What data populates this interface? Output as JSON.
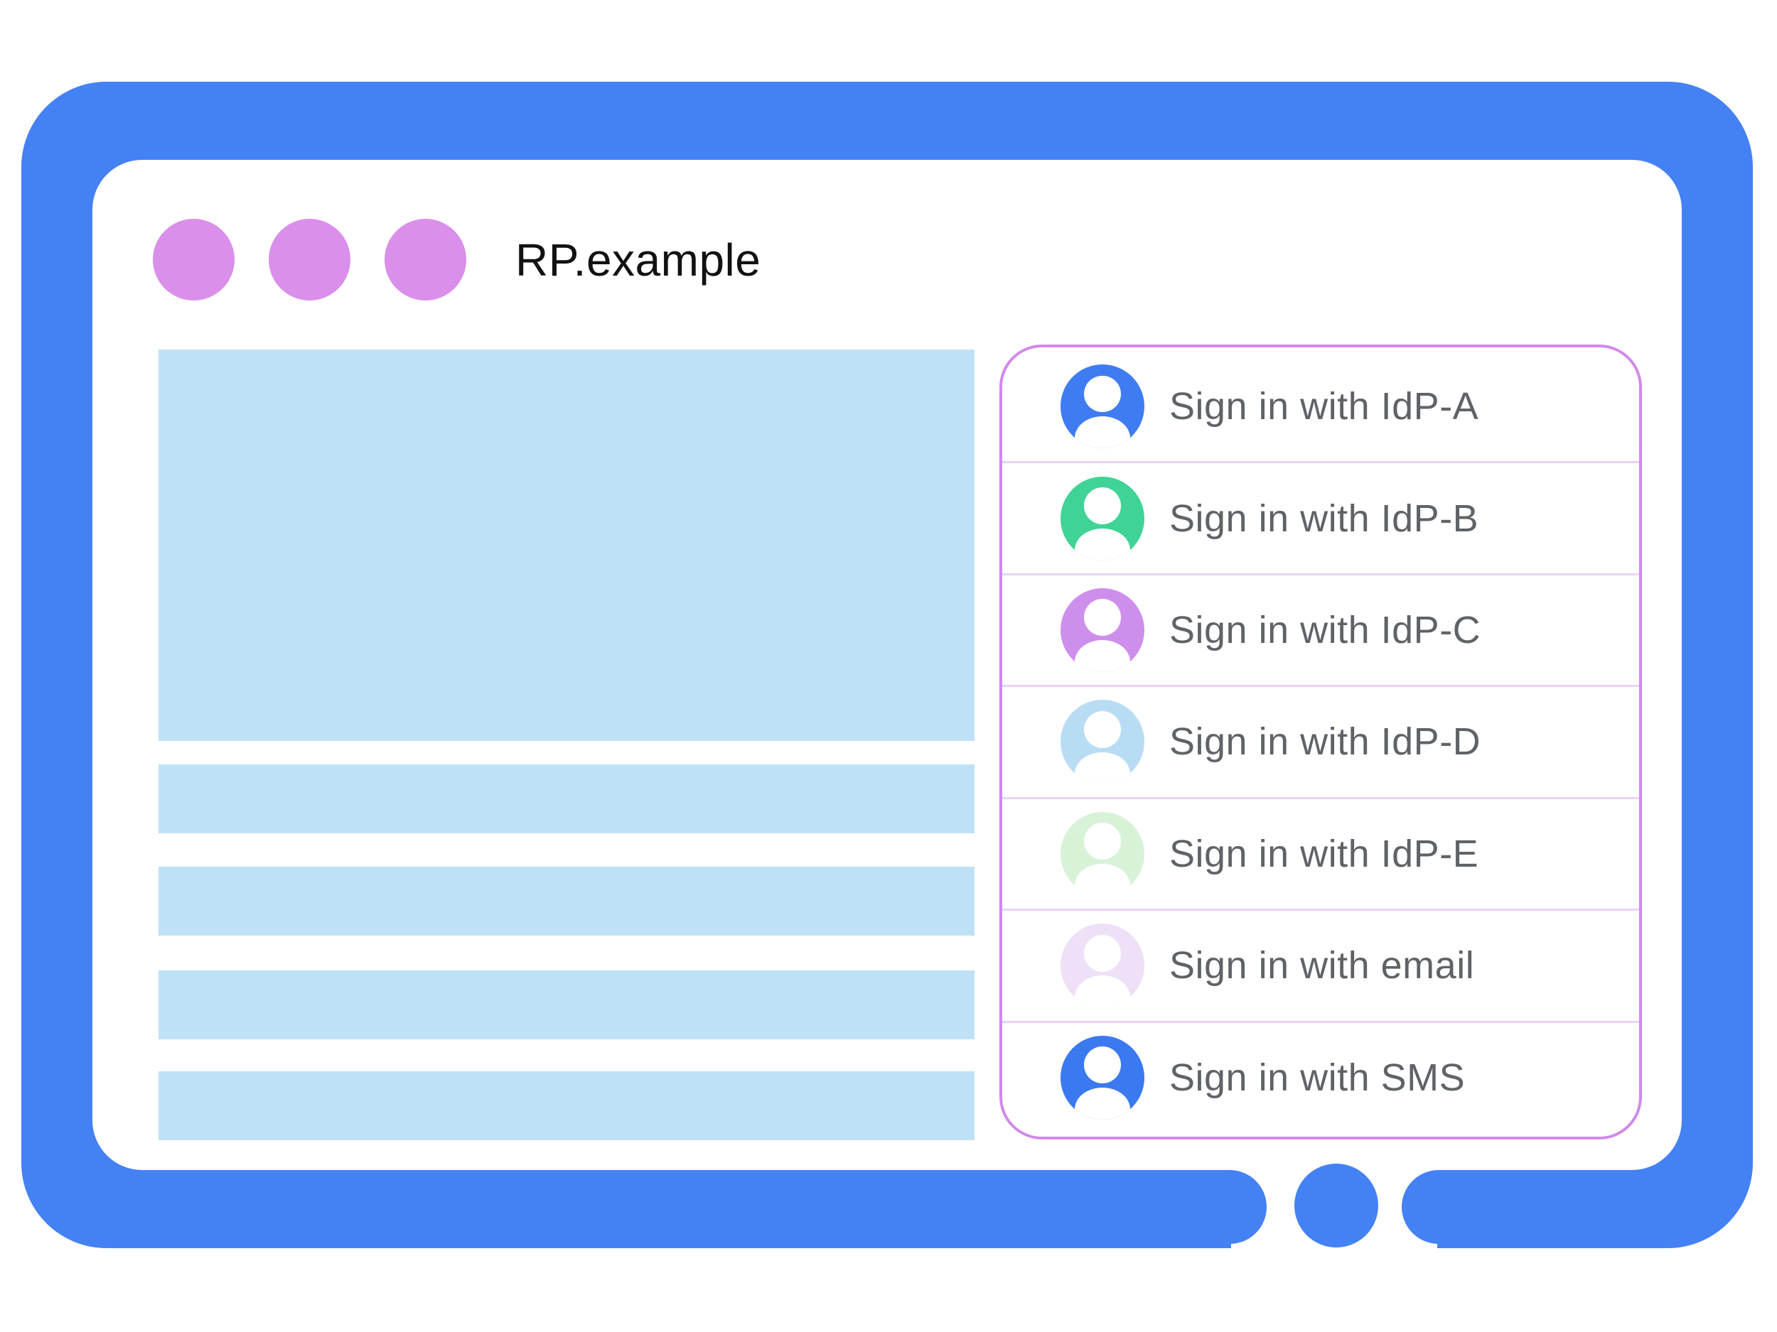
{
  "colors": {
    "frame_blue": "#4481f4",
    "chrome_dot_purple": "#da8fea",
    "placeholder_blue": "#bfe1f5",
    "panel_border_purple": "#d189eb",
    "divider_purple": "#ecd2f6",
    "label_gray": "#5f6368"
  },
  "browser": {
    "title": "RP.example",
    "window_dots": [
      "dot",
      "dot",
      "dot"
    ]
  },
  "page_placeholders": {
    "hero_block": "content placeholder",
    "text_bars": 4
  },
  "signin_panel": {
    "items": [
      {
        "label": "Sign in with IdP-A",
        "avatar_color": "#3f7cf2"
      },
      {
        "label": "Sign in with IdP-B",
        "avatar_color": "#3fd495"
      },
      {
        "label": "Sign in with IdP-C",
        "avatar_color": "#ce8fec"
      },
      {
        "label": "Sign in with IdP-D",
        "avatar_color": "#b9dcf5"
      },
      {
        "label": "Sign in with IdP-E",
        "avatar_color": "#d8f2d8"
      },
      {
        "label": "Sign in with email",
        "avatar_color": "#eee0f7"
      },
      {
        "label": "Sign in with SMS",
        "avatar_color": "#3a79f0"
      }
    ]
  }
}
